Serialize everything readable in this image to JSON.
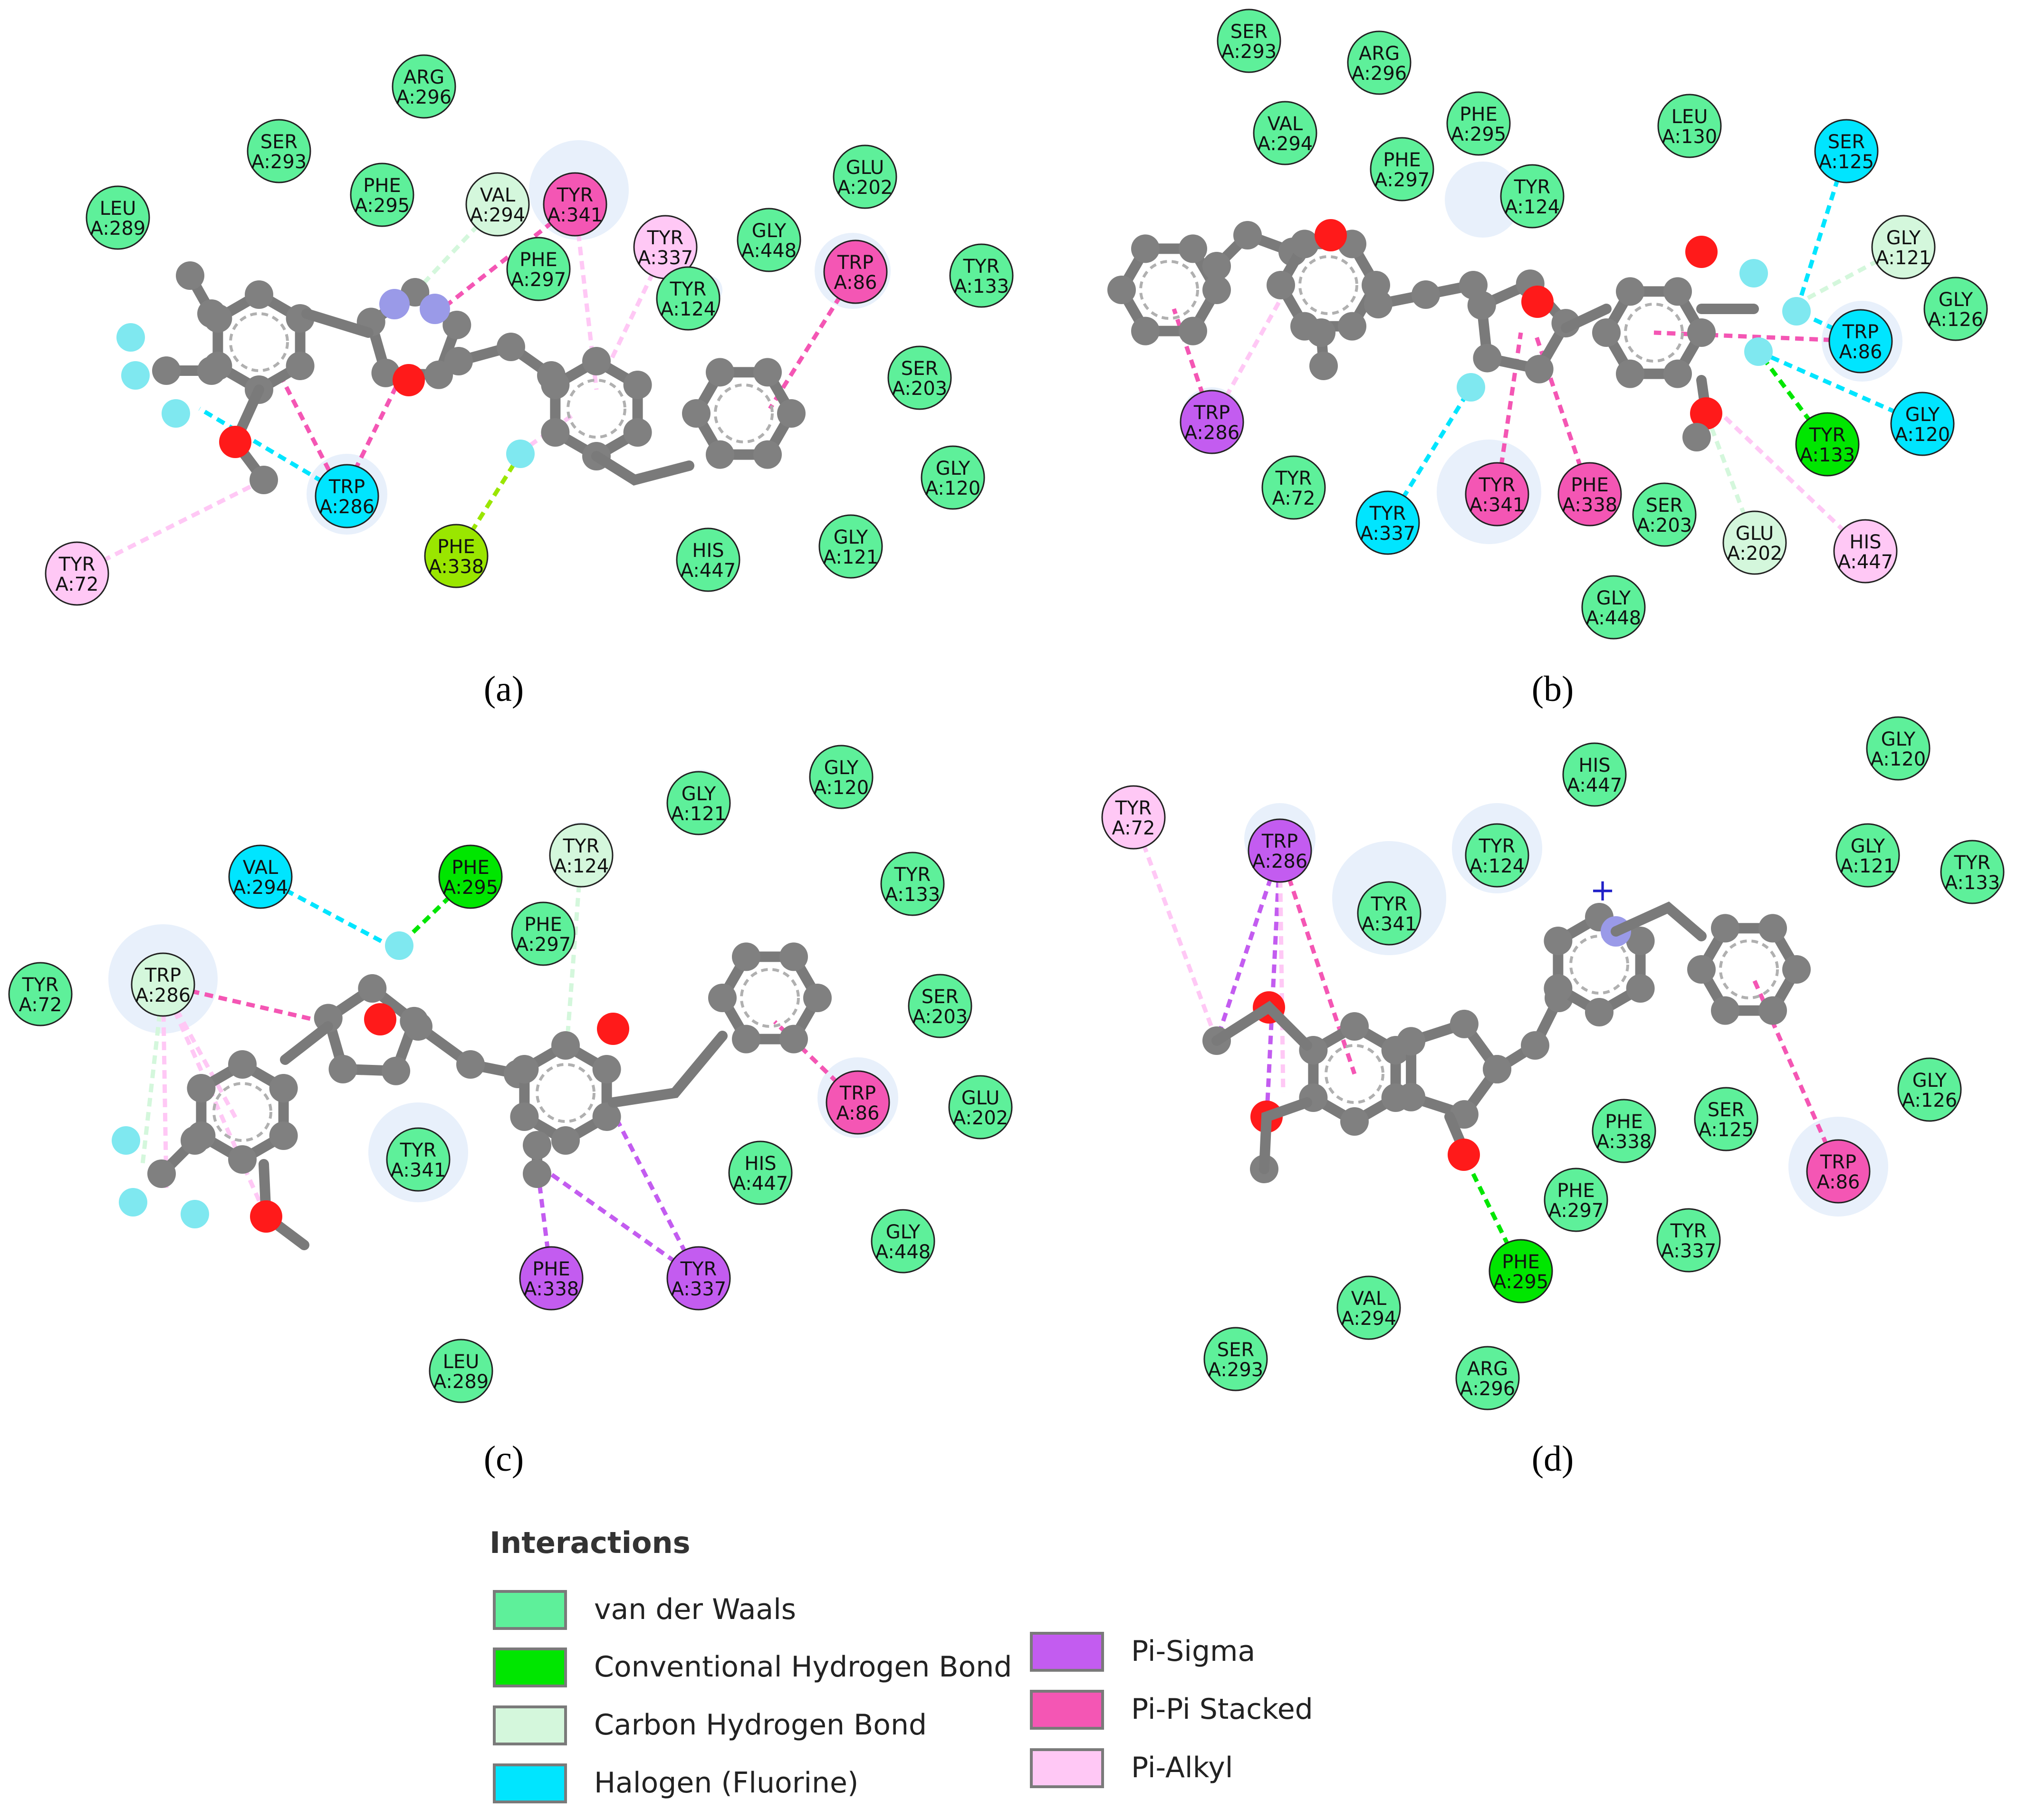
{
  "colors": {
    "van_der_waals": "#5ef09a",
    "conventional_hbond": "#00e600",
    "carbon_hbond": "#d4f7dc",
    "halogen": "#00e5ff",
    "pi_sigma": "#c35cf0",
    "pi_pi_stacked": "#f456b4",
    "pi_alkyl": "#ffc8f5",
    "pi_anion_lime": "#9ae600"
  },
  "panels": [
    {
      "label": "(a)",
      "residues": [
        {
          "name": "ARG",
          "num": "A:296",
          "type": "van_der_waals"
        },
        {
          "name": "SER",
          "num": "A:293",
          "type": "van_der_waals"
        },
        {
          "name": "LEU",
          "num": "A:289",
          "type": "van_der_waals"
        },
        {
          "name": "PHE",
          "num": "A:295",
          "type": "van_der_waals"
        },
        {
          "name": "VAL",
          "num": "A:294",
          "type": "carbon_hbond"
        },
        {
          "name": "TYR",
          "num": "A:341",
          "type": "pi_pi_stacked"
        },
        {
          "name": "PHE",
          "num": "A:297",
          "type": "van_der_waals"
        },
        {
          "name": "TYR",
          "num": "A:337",
          "type": "pi_alkyl"
        },
        {
          "name": "TYR",
          "num": "A:124",
          "type": "van_der_waals"
        },
        {
          "name": "GLY",
          "num": "A:448",
          "type": "van_der_waals"
        },
        {
          "name": "GLU",
          "num": "A:202",
          "type": "van_der_waals"
        },
        {
          "name": "TRP",
          "num": "A:86",
          "type": "pi_pi_stacked"
        },
        {
          "name": "TYR",
          "num": "A:133",
          "type": "van_der_waals"
        },
        {
          "name": "SER",
          "num": "A:203",
          "type": "van_der_waals"
        },
        {
          "name": "GLY",
          "num": "A:120",
          "type": "van_der_waals"
        },
        {
          "name": "GLY",
          "num": "A:121",
          "type": "van_der_waals"
        },
        {
          "name": "HIS",
          "num": "A:447",
          "type": "van_der_waals"
        },
        {
          "name": "PHE",
          "num": "A:338",
          "type": "pi_anion_lime"
        },
        {
          "name": "TRP",
          "num": "A:286",
          "type": "halogen"
        },
        {
          "name": "TYR",
          "num": "A:72",
          "type": "pi_alkyl"
        }
      ]
    },
    {
      "label": "(b)",
      "residues": [
        {
          "name": "SER",
          "num": "A:293",
          "type": "van_der_waals"
        },
        {
          "name": "ARG",
          "num": "A:296",
          "type": "van_der_waals"
        },
        {
          "name": "VAL",
          "num": "A:294",
          "type": "van_der_waals"
        },
        {
          "name": "PHE",
          "num": "A:295",
          "type": "van_der_waals"
        },
        {
          "name": "PHE",
          "num": "A:297",
          "type": "van_der_waals"
        },
        {
          "name": "LEU",
          "num": "A:130",
          "type": "van_der_waals"
        },
        {
          "name": "TYR",
          "num": "A:124",
          "type": "van_der_waals"
        },
        {
          "name": "SER",
          "num": "A:125",
          "type": "halogen"
        },
        {
          "name": "GLY",
          "num": "A:121",
          "type": "carbon_hbond"
        },
        {
          "name": "GLY",
          "num": "A:126",
          "type": "van_der_waals"
        },
        {
          "name": "TRP",
          "num": "A:86",
          "type": "halogen"
        },
        {
          "name": "GLY",
          "num": "A:120",
          "type": "halogen"
        },
        {
          "name": "TYR",
          "num": "A:133",
          "type": "conventional_hbond"
        },
        {
          "name": "TRP",
          "num": "A:286",
          "type": "pi_sigma"
        },
        {
          "name": "TYR",
          "num": "A:72",
          "type": "van_der_waals"
        },
        {
          "name": "TYR",
          "num": "A:337",
          "type": "halogen"
        },
        {
          "name": "TYR",
          "num": "A:341",
          "type": "pi_pi_stacked"
        },
        {
          "name": "PHE",
          "num": "A:338",
          "type": "pi_pi_stacked"
        },
        {
          "name": "SER",
          "num": "A:203",
          "type": "van_der_waals"
        },
        {
          "name": "GLU",
          "num": "A:202",
          "type": "carbon_hbond"
        },
        {
          "name": "HIS",
          "num": "A:447",
          "type": "pi_alkyl"
        },
        {
          "name": "GLY",
          "num": "A:448",
          "type": "van_der_waals"
        }
      ]
    },
    {
      "label": "(c)",
      "residues": [
        {
          "name": "GLY",
          "num": "A:120",
          "type": "van_der_waals"
        },
        {
          "name": "GLY",
          "num": "A:121",
          "type": "van_der_waals"
        },
        {
          "name": "VAL",
          "num": "A:294",
          "type": "halogen"
        },
        {
          "name": "PHE",
          "num": "A:295",
          "type": "conventional_hbond"
        },
        {
          "name": "TYR",
          "num": "A:124",
          "type": "carbon_hbond"
        },
        {
          "name": "TYR",
          "num": "A:133",
          "type": "van_der_waals"
        },
        {
          "name": "PHE",
          "num": "A:297",
          "type": "van_der_waals"
        },
        {
          "name": "TRP",
          "num": "A:286",
          "type": "carbon_hbond"
        },
        {
          "name": "TYR",
          "num": "A:72",
          "type": "van_der_waals"
        },
        {
          "name": "SER",
          "num": "A:203",
          "type": "van_der_waals"
        },
        {
          "name": "TRP",
          "num": "A:86",
          "type": "pi_pi_stacked"
        },
        {
          "name": "GLU",
          "num": "A:202",
          "type": "van_der_waals"
        },
        {
          "name": "TYR",
          "num": "A:341",
          "type": "van_der_waals"
        },
        {
          "name": "HIS",
          "num": "A:447",
          "type": "van_der_waals"
        },
        {
          "name": "GLY",
          "num": "A:448",
          "type": "van_der_waals"
        },
        {
          "name": "PHE",
          "num": "A:338",
          "type": "pi_sigma"
        },
        {
          "name": "TYR",
          "num": "A:337",
          "type": "pi_sigma"
        },
        {
          "name": "LEU",
          "num": "A:289",
          "type": "van_der_waals"
        }
      ]
    },
    {
      "label": "(d)",
      "residues": [
        {
          "name": "HIS",
          "num": "A:447",
          "type": "van_der_waals"
        },
        {
          "name": "GLY",
          "num": "A:120",
          "type": "van_der_waals"
        },
        {
          "name": "TYR",
          "num": "A:72",
          "type": "pi_alkyl"
        },
        {
          "name": "TRP",
          "num": "A:286",
          "type": "pi_sigma"
        },
        {
          "name": "TYR",
          "num": "A:124",
          "type": "van_der_waals"
        },
        {
          "name": "GLY",
          "num": "A:121",
          "type": "van_der_waals"
        },
        {
          "name": "TYR",
          "num": "A:133",
          "type": "van_der_waals"
        },
        {
          "name": "TYR",
          "num": "A:341",
          "type": "van_der_waals"
        },
        {
          "name": "GLY",
          "num": "A:126",
          "type": "van_der_waals"
        },
        {
          "name": "PHE",
          "num": "A:338",
          "type": "van_der_waals"
        },
        {
          "name": "SER",
          "num": "A:125",
          "type": "van_der_waals"
        },
        {
          "name": "TRP",
          "num": "A:86",
          "type": "pi_pi_stacked"
        },
        {
          "name": "PHE",
          "num": "A:297",
          "type": "van_der_waals"
        },
        {
          "name": "TYR",
          "num": "A:337",
          "type": "van_der_waals"
        },
        {
          "name": "PHE",
          "num": "A:295",
          "type": "conventional_hbond"
        },
        {
          "name": "VAL",
          "num": "A:294",
          "type": "van_der_waals"
        },
        {
          "name": "SER",
          "num": "A:293",
          "type": "van_der_waals"
        },
        {
          "name": "ARG",
          "num": "A:296",
          "type": "van_der_waals"
        }
      ]
    }
  ],
  "legend": {
    "title": "Interactions",
    "items": [
      {
        "label": "van der Waals",
        "type": "van_der_waals"
      },
      {
        "label": "Conventional Hydrogen Bond",
        "type": "conventional_hbond"
      },
      {
        "label": "Carbon Hydrogen Bond",
        "type": "carbon_hbond"
      },
      {
        "label": "Halogen (Fluorine)",
        "type": "halogen"
      },
      {
        "label": "Pi-Sigma",
        "type": "pi_sigma"
      },
      {
        "label": "Pi-Pi Stacked",
        "type": "pi_pi_stacked"
      },
      {
        "label": "Pi-Alkyl",
        "type": "pi_alkyl"
      }
    ]
  },
  "plus_sign": "+"
}
